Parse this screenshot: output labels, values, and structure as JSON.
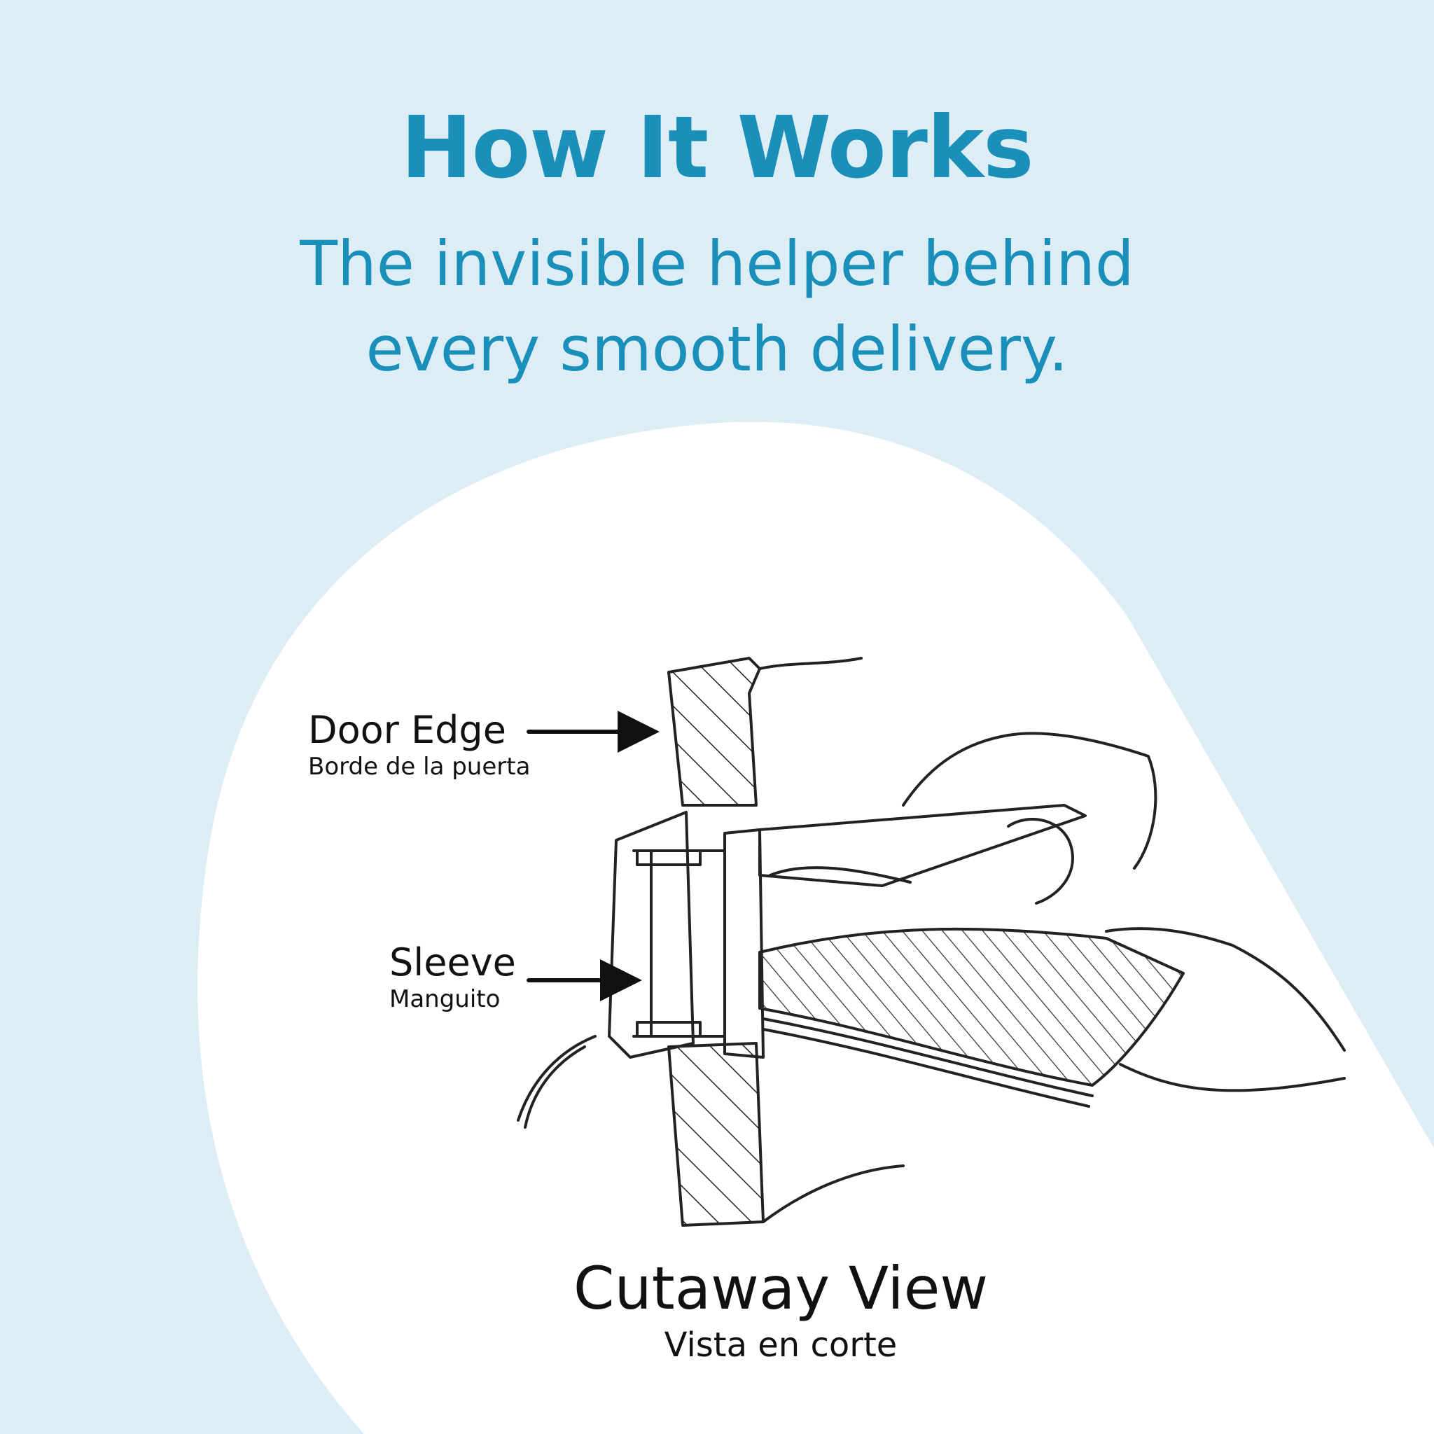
{
  "title": "How It Works",
  "subtitle_line1": "The invisible helper behind",
  "subtitle_line2": "every smooth delivery.",
  "labels": {
    "door_edge": "Door Edge",
    "door_edge_es": "Borde de la puerta",
    "sleeve": "Sleeve",
    "sleeve_es": "Manguito"
  },
  "caption": {
    "en": "Cutaway View",
    "es": "Vista en corte"
  },
  "colors": {
    "background": "#dcedf6",
    "panel": "#ffffff",
    "accent": "#1a8fba",
    "ink": "#111111"
  }
}
